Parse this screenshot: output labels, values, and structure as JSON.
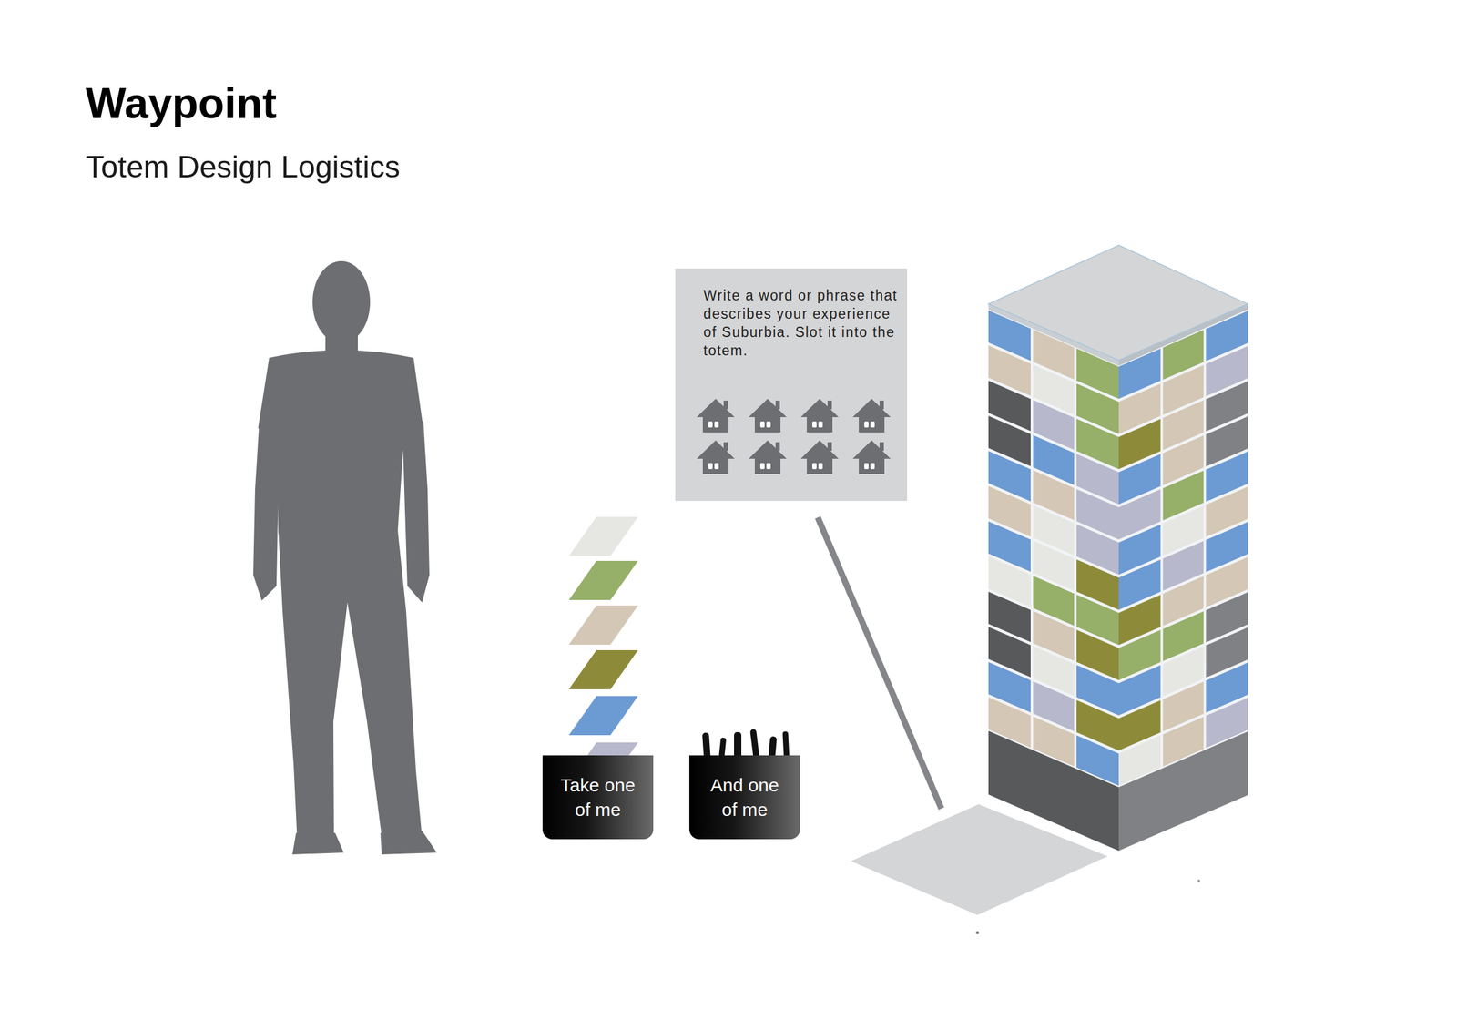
{
  "diagram": {
    "title": "Waypoint",
    "nodes": [
      {
        "text": [
          "Write a word or phrase that describes your experience of Suburbia. Slot it into the totem."
        ]
      },
      {
        "text": [
          "Take one of me"
        ]
      },
      {
        "text": [
          "And one of me"
        ]
      }
    ],
    "labels": [
      "Totem Design Logistics"
    ]
  }
}
